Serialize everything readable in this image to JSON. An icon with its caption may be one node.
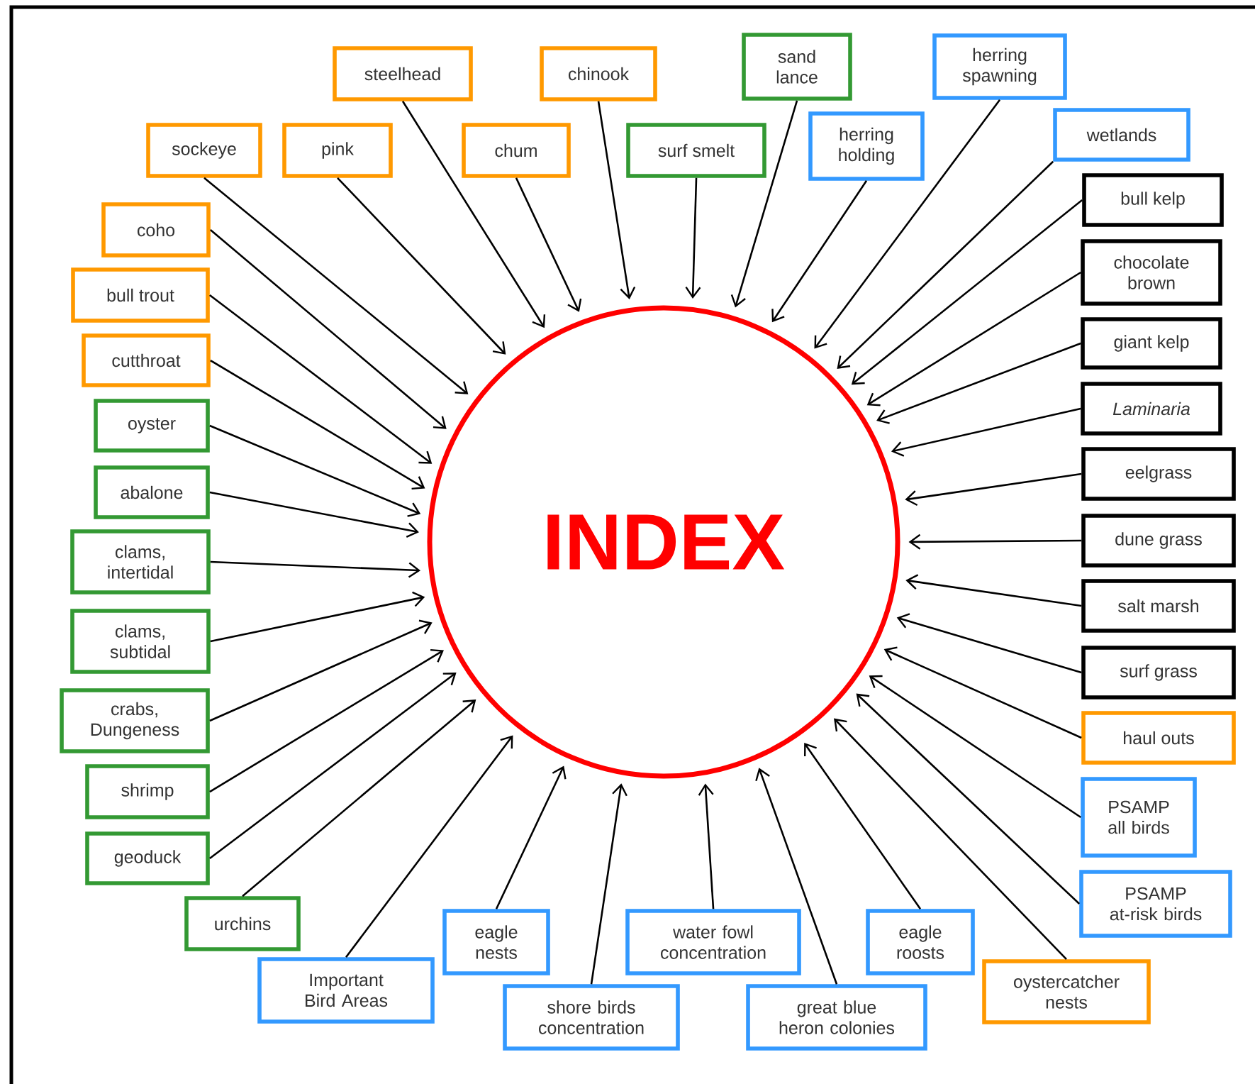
{
  "diagram": {
    "nodes": [
      {
        "text": [
          "INDEX"
        ]
      },
      {
        "text": [
          "steelhead"
        ]
      },
      {
        "text": [
          "chinook"
        ]
      },
      {
        "text": [
          "sand lance"
        ]
      },
      {
        "text": [
          "herring spawning"
        ]
      },
      {
        "text": [
          "sockeye"
        ]
      },
      {
        "text": [
          "pink"
        ]
      },
      {
        "text": [
          "chum"
        ]
      },
      {
        "text": [
          "surf smelt"
        ]
      },
      {
        "text": [
          "herring holding"
        ]
      },
      {
        "text": [
          "wetlands"
        ]
      },
      {
        "text": [
          "bull kelp"
        ]
      },
      {
        "text": [
          "chocolate brown"
        ]
      },
      {
        "text": [
          "giant kelp"
        ]
      },
      {
        "text": [
          "Laminaria"
        ]
      },
      {
        "text": [
          "eelgrass"
        ]
      },
      {
        "text": [
          "dune grass"
        ]
      },
      {
        "text": [
          "salt marsh"
        ]
      },
      {
        "text": [
          "surf grass"
        ]
      },
      {
        "text": [
          "haul outs"
        ]
      },
      {
        "text": [
          "PSAMP all birds"
        ]
      },
      {
        "text": [
          "PSAMP at-risk birds"
        ]
      },
      {
        "text": [
          "oystercatcher nests"
        ]
      },
      {
        "text": [
          "eagle roosts"
        ]
      },
      {
        "text": [
          "great blue heron colonies"
        ]
      },
      {
        "text": [
          "water fowl concentration"
        ]
      },
      {
        "text": [
          "shore birds concentration"
        ]
      },
      {
        "text": [
          "eagle nests"
        ]
      },
      {
        "text": [
          "Important Bird Areas"
        ]
      },
      {
        "text": [
          "urchins"
        ]
      },
      {
        "text": [
          "geoduck"
        ]
      },
      {
        "text": [
          "shrimp"
        ]
      },
      {
        "text": [
          "crabs, Dungeness"
        ]
      },
      {
        "text": [
          "clams, subtidal"
        ]
      },
      {
        "text": [
          "clams, intertidal"
        ]
      },
      {
        "text": [
          "abalone"
        ]
      },
      {
        "text": [
          "oyster"
        ]
      },
      {
        "text": [
          "cutthroat"
        ]
      },
      {
        "text": [
          "bull trout"
        ]
      },
      {
        "text": [
          "coho"
        ]
      }
    ],
    "edges": [
      {
        "from": 1,
        "to": 0,
        "arrow": "to"
      },
      {
        "from": 2,
        "to": 0,
        "arrow": "to"
      },
      {
        "from": 3,
        "to": 0,
        "arrow": "to"
      },
      {
        "from": 4,
        "to": 0,
        "arrow": "to"
      },
      {
        "from": 5,
        "to": 0,
        "arrow": "to"
      },
      {
        "from": 6,
        "to": 0,
        "arrow": "to"
      },
      {
        "from": 7,
        "to": 0,
        "arrow": "to"
      },
      {
        "from": 8,
        "to": 0,
        "arrow": "to"
      },
      {
        "from": 9,
        "to": 0,
        "arrow": "to"
      },
      {
        "from": 10,
        "to": 0,
        "arrow": "to"
      },
      {
        "from": 11,
        "to": 0,
        "arrow": "to"
      },
      {
        "from": 12,
        "to": 0,
        "arrow": "to"
      },
      {
        "from": 13,
        "to": 0,
        "arrow": "to"
      },
      {
        "from": 14,
        "to": 0,
        "arrow": "to"
      },
      {
        "from": 15,
        "to": 0,
        "arrow": "to"
      },
      {
        "from": 16,
        "to": 0,
        "arrow": "to"
      },
      {
        "from": 17,
        "to": 0,
        "arrow": "to"
      },
      {
        "from": 18,
        "to": 0,
        "arrow": "to"
      },
      {
        "from": 19,
        "to": 0,
        "arrow": "to"
      },
      {
        "from": 20,
        "to": 0,
        "arrow": "to"
      },
      {
        "from": 21,
        "to": 0,
        "arrow": "to"
      },
      {
        "from": 22,
        "to": 0,
        "arrow": "to"
      },
      {
        "from": 23,
        "to": 0,
        "arrow": "to"
      },
      {
        "from": 24,
        "to": 0,
        "arrow": "to"
      },
      {
        "from": 25,
        "to": 0,
        "arrow": "to"
      },
      {
        "from": 26,
        "to": 0,
        "arrow": "to"
      },
      {
        "from": 27,
        "to": 0,
        "arrow": "to"
      },
      {
        "from": 28,
        "to": 0,
        "arrow": "to"
      },
      {
        "from": 29,
        "to": 0,
        "arrow": "to"
      },
      {
        "from": 30,
        "to": 0,
        "arrow": "to"
      },
      {
        "from": 31,
        "to": 0,
        "arrow": "to"
      },
      {
        "from": 32,
        "to": 0,
        "arrow": "to"
      },
      {
        "from": 33,
        "to": 0,
        "arrow": "to"
      },
      {
        "from": 34,
        "to": 0,
        "arrow": "to"
      },
      {
        "from": 35,
        "to": 0,
        "arrow": "to"
      },
      {
        "from": 36,
        "to": 0,
        "arrow": "to"
      },
      {
        "from": 37,
        "to": 0,
        "arrow": "to"
      },
      {
        "from": 38,
        "to": 0,
        "arrow": "to"
      },
      {
        "from": 39,
        "to": 0,
        "arrow": "to"
      }
    ]
  }
}
